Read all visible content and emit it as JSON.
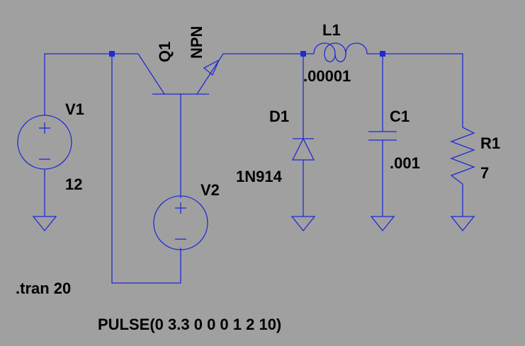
{
  "schematic": {
    "v1": {
      "name": "V1",
      "value": "12"
    },
    "v2": {
      "name": "V2"
    },
    "q1": {
      "name": "Q1",
      "type": "NPN"
    },
    "l1": {
      "name": "L1",
      "value": ".00001"
    },
    "d1": {
      "name": "D1",
      "model": "1N914"
    },
    "c1": {
      "name": "C1",
      "value": ".001"
    },
    "r1": {
      "name": "R1",
      "value": "7"
    },
    "directives": {
      "tran": ".tran 20",
      "pulse": "PULSE(0 3.3 0 0 0 1 2 10)"
    }
  },
  "colors": {
    "background": "#a0a0a0",
    "wire": "#1f2bd1",
    "text": "#000000"
  }
}
